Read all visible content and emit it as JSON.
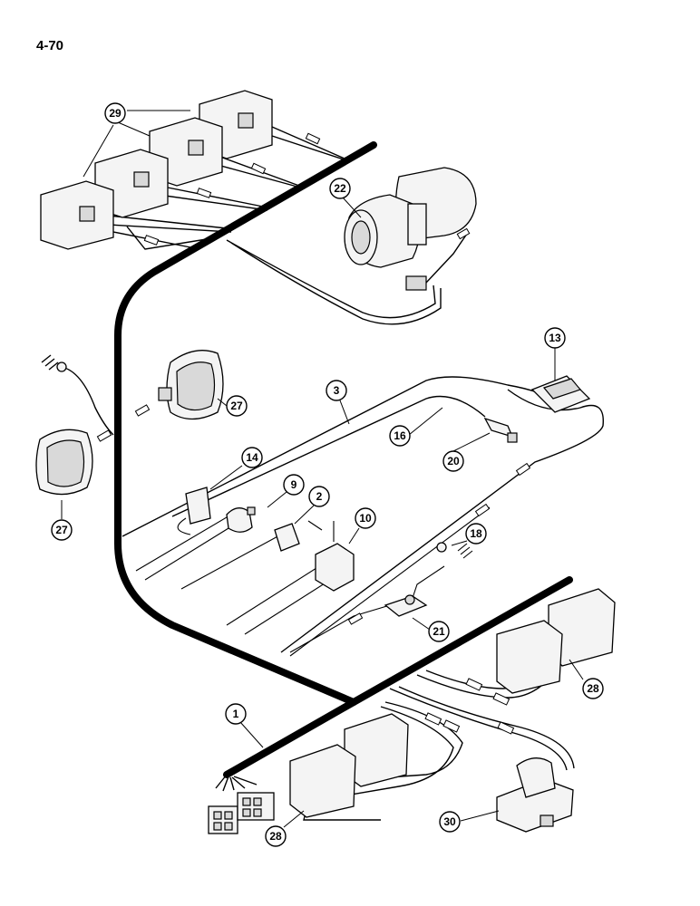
{
  "page_number": "4-70",
  "callouts": [
    "29",
    "22",
    "13",
    "3",
    "27",
    "16",
    "20",
    "27",
    "14",
    "9",
    "2",
    "10",
    "18",
    "21",
    "28",
    "1",
    "30",
    "28"
  ],
  "colors": {
    "ink": "#000000",
    "paper": "#ffffff"
  }
}
